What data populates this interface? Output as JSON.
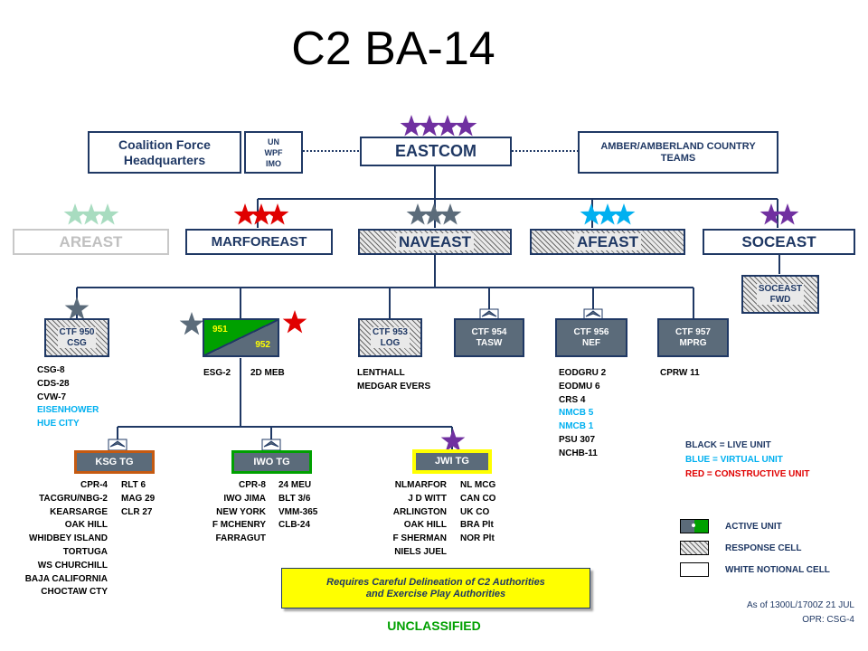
{
  "title": "C2 BA-14",
  "classification": "UNCLASSIFIED",
  "footer": {
    "as_of": "As of 1300L/1700Z 21 JUL",
    "opr": "OPR: CSG-4"
  },
  "notice": {
    "line1": "Requires Careful Delineation of C2 Authorities",
    "line2": "and Exercise Play Authorities"
  },
  "top": {
    "coalition_line1": "Coalition Force",
    "coalition_line2": "Headquarters",
    "un_line1": "UN",
    "un_line2": "WPF",
    "un_line3": "IMO",
    "eastcom": "EASTCOM",
    "amber_line1": "AMBER/AMBERLAND COUNTRY",
    "amber_line2": "TEAMS"
  },
  "components": {
    "areast": "AREAST",
    "marforeast": "MARFOREAST",
    "naveast": "NAVEAST",
    "afeast": "AFEAST",
    "soceast": "SOCEAST",
    "soceast_fwd_line1": "SOCEAST",
    "soceast_fwd_line2": "FWD"
  },
  "ctf": {
    "ctf950_line1": "CTF 950",
    "ctf950_line2": "CSG",
    "n951": "951",
    "n952": "952",
    "ctf953_line1": "CTF 953",
    "ctf953_line2": "LOG",
    "ctf954_line1": "CTF 954",
    "ctf954_line2": "TASW",
    "ctf956_line1": "CTF 956",
    "ctf956_line2": "NEF",
    "ctf957_line1": "CTF 957",
    "ctf957_line2": "MPRG"
  },
  "units": {
    "ctf950": [
      "CSG-8",
      "CDS-28",
      "CVW-7"
    ],
    "ctf950_virtual": [
      "EISENHOWER",
      "HUE CITY"
    ],
    "esg": "ESG-2",
    "meb": "2D MEB",
    "ctf953": [
      "LENTHALL",
      "MEDGAR EVERS"
    ],
    "ctf956": [
      "EODGRU 2",
      "EODMU 6",
      "CRS 4"
    ],
    "ctf956_virtual": [
      "NMCB 5",
      "NMCB 1"
    ],
    "ctf956_more": [
      "PSU 307",
      "NCHB-11"
    ],
    "ctf957": "CPRW 11"
  },
  "task_groups": {
    "ksg": "KSG TG",
    "iwo": "IWO TG",
    "jwi": "JWI TG",
    "ksg_col1": [
      "CPR-4",
      "TACGRU/NBG-2",
      "KEARSARGE",
      "OAK HILL",
      "WHIDBEY ISLAND",
      "TORTUGA",
      "WS CHURCHILL",
      "BAJA CALIFORNIA",
      "CHOCTAW CTY"
    ],
    "ksg_col2": [
      "RLT 6",
      "MAG 29",
      "CLR 27"
    ],
    "iwo_col1": [
      "CPR-8",
      "IWO JIMA",
      "NEW YORK",
      "F MCHENRY",
      "FARRAGUT"
    ],
    "iwo_col2": [
      "24 MEU",
      "BLT 3/6",
      "VMM-365",
      "CLB-24"
    ],
    "jwi_col1": [
      "NLMARFOR",
      "J D WITT",
      "ARLINGTON",
      "OAK HILL",
      "F SHERMAN",
      "NIELS JUEL"
    ],
    "jwi_col2": [
      "NL MCG",
      "CAN CO",
      "UK CO",
      "BRA Plt",
      "NOR Plt"
    ]
  },
  "legend": {
    "live": "BLACK = LIVE UNIT",
    "virtual": "BLUE = VIRTUAL UNIT",
    "constructive": "RED = CONSTRUCTIVE UNIT",
    "active": "ACTIVE UNIT",
    "response": "RESPONSE CELL",
    "notional": "WHITE NOTIONAL CELL"
  },
  "colors": {
    "navy": "#1f3864",
    "ksg_border": "#c55a11",
    "iwo": "#00a000",
    "jwi_border": "#ffff00",
    "purple_star": "#7030a0",
    "red_star": "#e00000",
    "gray_star": "#5b6b7a",
    "blue_star": "#00b0f0",
    "mint_star": "#a8dcc0",
    "virtual_text": "#00b0f0",
    "constructive_text": "#e00000"
  }
}
